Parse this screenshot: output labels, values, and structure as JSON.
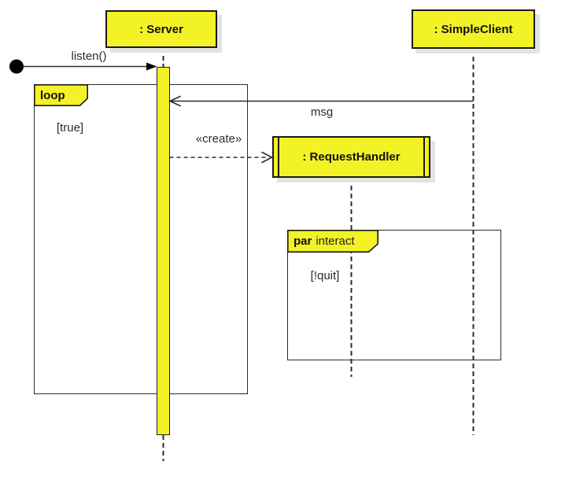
{
  "diagram": {
    "type": "uml-sequence-diagram",
    "participants": {
      "server": {
        "label": ": Server"
      },
      "client": {
        "label": ": SimpleClient"
      },
      "handler": {
        "label": ": RequestHandler"
      }
    },
    "messages": {
      "listen": {
        "label": "listen()"
      },
      "msg": {
        "label": "msg"
      },
      "create": {
        "label": "«create»"
      }
    },
    "fragments": {
      "loop": {
        "operator": "loop",
        "guard": "[true]"
      },
      "par": {
        "operator": "par",
        "name": "interact",
        "guard": "[!quit]"
      }
    },
    "colors": {
      "fill": "#F2F227",
      "border": "#1A1A1A",
      "line": "#2B2B2B",
      "shadow": "#E3E3E3",
      "background": "#FFFFFF"
    }
  }
}
